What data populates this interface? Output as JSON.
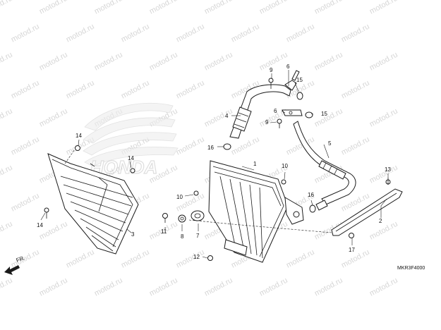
{
  "diagram": {
    "watermark_text": "motod.ru",
    "logo_text": "HONDA",
    "direction_label": "FR.",
    "drawing_code": "MKR3F4000",
    "callouts": [
      {
        "id": "c1",
        "label": "1"
      },
      {
        "id": "c2",
        "label": "2"
      },
      {
        "id": "c3",
        "label": "3"
      },
      {
        "id": "c4",
        "label": "4"
      },
      {
        "id": "c5",
        "label": "5"
      },
      {
        "id": "c6a",
        "label": "6"
      },
      {
        "id": "c6b",
        "label": "6"
      },
      {
        "id": "c7",
        "label": "7"
      },
      {
        "id": "c8",
        "label": "8"
      },
      {
        "id": "c9a",
        "label": "9"
      },
      {
        "id": "c9b",
        "label": "9"
      },
      {
        "id": "c10a",
        "label": "10"
      },
      {
        "id": "c10b",
        "label": "10"
      },
      {
        "id": "c11",
        "label": "11"
      },
      {
        "id": "c12",
        "label": "12"
      },
      {
        "id": "c13",
        "label": "13"
      },
      {
        "id": "c14a",
        "label": "14"
      },
      {
        "id": "c14b",
        "label": "14"
      },
      {
        "id": "c14c",
        "label": "14"
      },
      {
        "id": "c15a",
        "label": "15"
      },
      {
        "id": "c15b",
        "label": "15"
      },
      {
        "id": "c16a",
        "label": "16"
      },
      {
        "id": "c16b",
        "label": "16"
      },
      {
        "id": "c17",
        "label": "17"
      }
    ]
  }
}
